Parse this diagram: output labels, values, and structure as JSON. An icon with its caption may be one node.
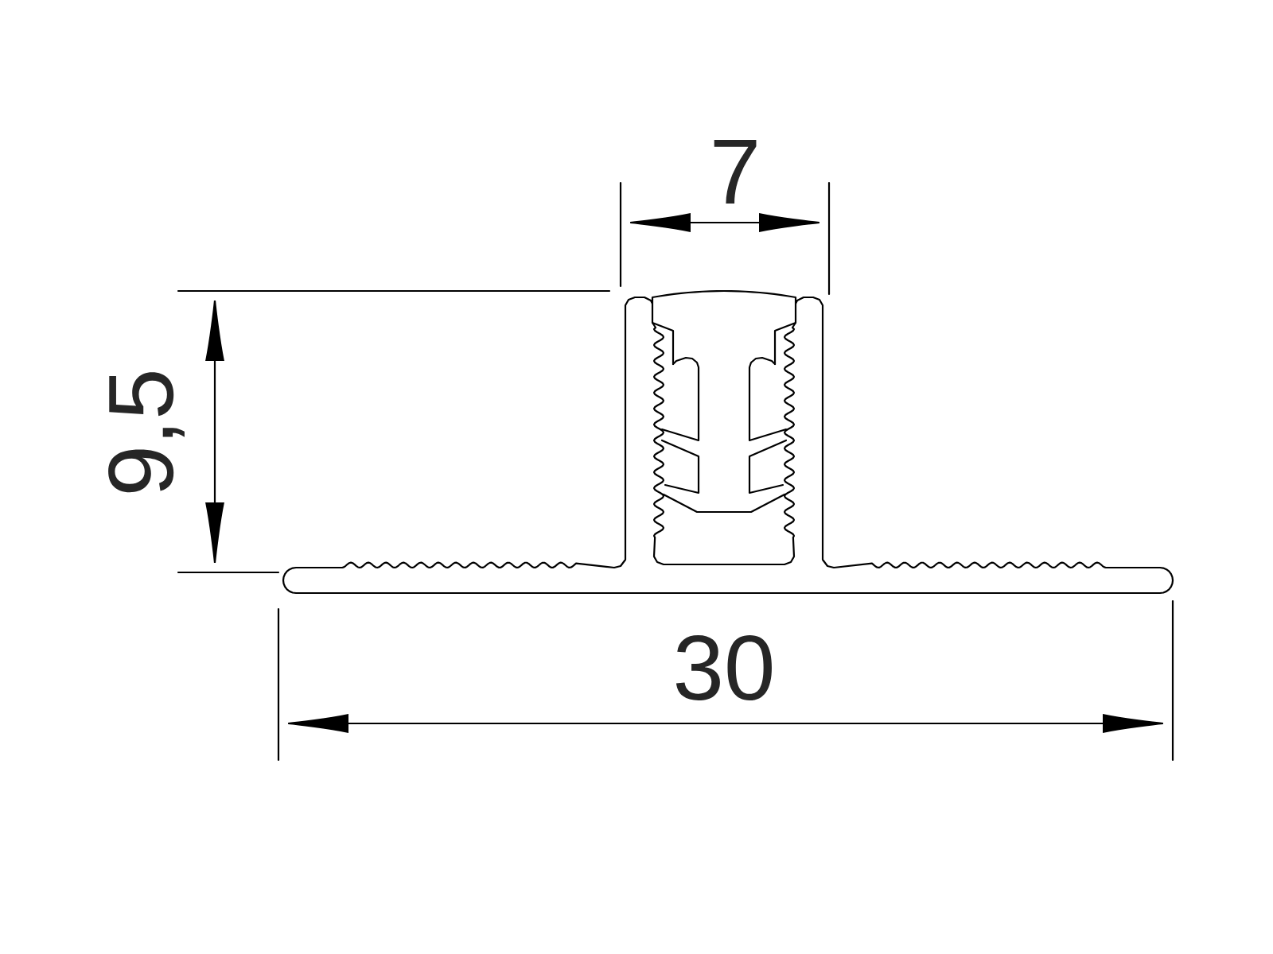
{
  "diagram": {
    "labels": [
      "7",
      "9,5",
      "30"
    ]
  }
}
